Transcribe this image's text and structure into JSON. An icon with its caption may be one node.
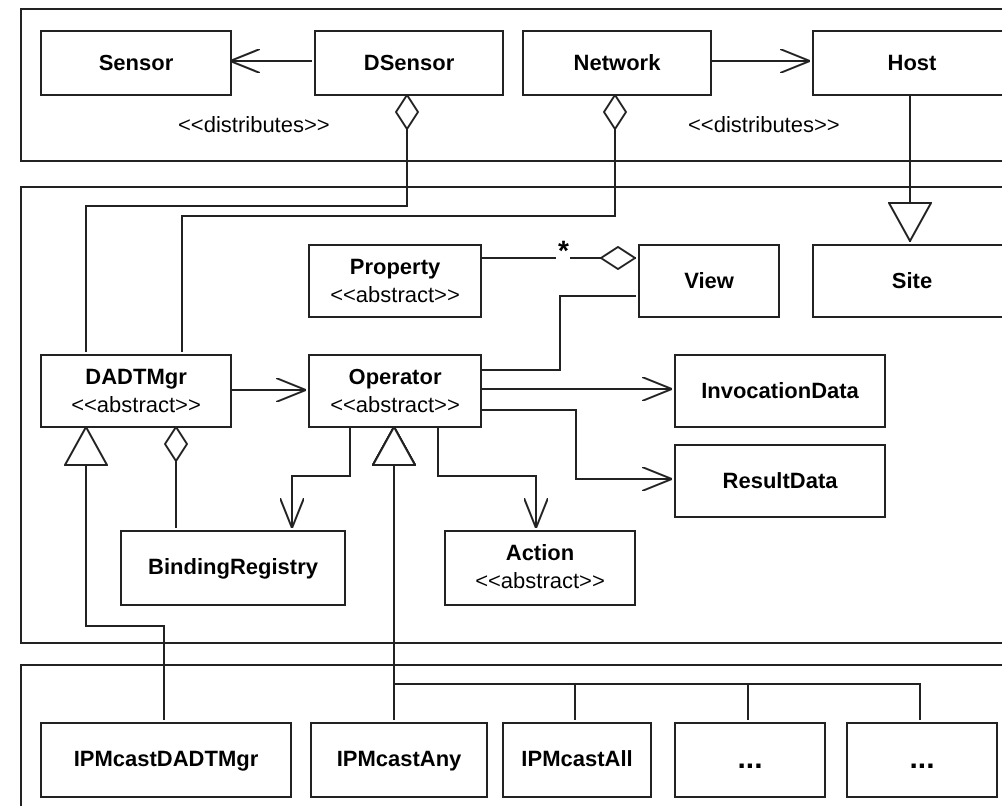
{
  "diagram": {
    "nodes": [
      {
        "text": [],
        "shape": "box"
      },
      {
        "text": [
          "Sensor"
        ],
        "in": 0
      },
      {
        "text": [
          "DSensor"
        ],
        "in": 0
      },
      {
        "text": [
          "Network"
        ],
        "in": 0
      },
      {
        "text": [
          "Host"
        ],
        "in": 0
      },
      {
        "text": [],
        "shape": "box"
      },
      {
        "text": [
          "Property",
          "<<abstract>>"
        ],
        "in": 5
      },
      {
        "text": [
          "View"
        ],
        "in": 5
      },
      {
        "text": [
          "Site"
        ],
        "in": 5
      },
      {
        "text": [
          "DADTMgr",
          "<<abstract>>"
        ],
        "in": 5
      },
      {
        "text": [
          "Operator",
          "<<abstract>>"
        ],
        "in": 5
      },
      {
        "text": [
          "InvocationData"
        ],
        "in": 5
      },
      {
        "text": [
          "ResultData"
        ],
        "in": 5
      },
      {
        "text": [
          "BindingRegistry"
        ],
        "in": 5
      },
      {
        "text": [
          "Action",
          "<<abstract>>"
        ],
        "in": 5
      },
      {
        "text": [],
        "shape": "box"
      },
      {
        "text": [
          "IPMcastDADTMgr"
        ],
        "in": 15
      },
      {
        "text": [
          "IPMcastAny"
        ],
        "in": 15
      },
      {
        "text": [
          "IPMcastAll"
        ],
        "in": 15
      },
      {
        "text": [
          "..."
        ],
        "in": 15
      },
      {
        "text": [
          "..."
        ],
        "in": 15
      }
    ],
    "edges": [
      {
        "from": 2,
        "to": 1,
        "arrow": "to",
        "label": "<<distributes>>"
      },
      {
        "from": 3,
        "to": 4,
        "arrow": "to",
        "label": "<<distributes>>"
      },
      {
        "from": 9,
        "to": 2,
        "arrow": "other"
      },
      {
        "from": 9,
        "to": 3,
        "arrow": "other"
      },
      {
        "from": 4,
        "to": 8,
        "arrow": "to"
      },
      {
        "from": 6,
        "to": 7,
        "arrow": "other",
        "label": "*"
      },
      {
        "from": 10,
        "to": 7,
        "arrow": "none"
      },
      {
        "from": 9,
        "to": 10,
        "arrow": "to"
      },
      {
        "from": 10,
        "to": 11,
        "arrow": "to"
      },
      {
        "from": 10,
        "to": 12,
        "arrow": "to"
      },
      {
        "from": 10,
        "to": 13,
        "arrow": "to"
      },
      {
        "from": 10,
        "to": 14,
        "arrow": "to"
      },
      {
        "from": 13,
        "to": 9,
        "arrow": "other"
      },
      {
        "from": 16,
        "to": 9,
        "arrow": "to"
      },
      {
        "from": 17,
        "to": 10,
        "arrow": "to"
      },
      {
        "from": 18,
        "to": 10,
        "arrow": "to"
      },
      {
        "from": 19,
        "to": 10,
        "arrow": "to"
      },
      {
        "from": 20,
        "to": 10,
        "arrow": "to"
      }
    ]
  }
}
